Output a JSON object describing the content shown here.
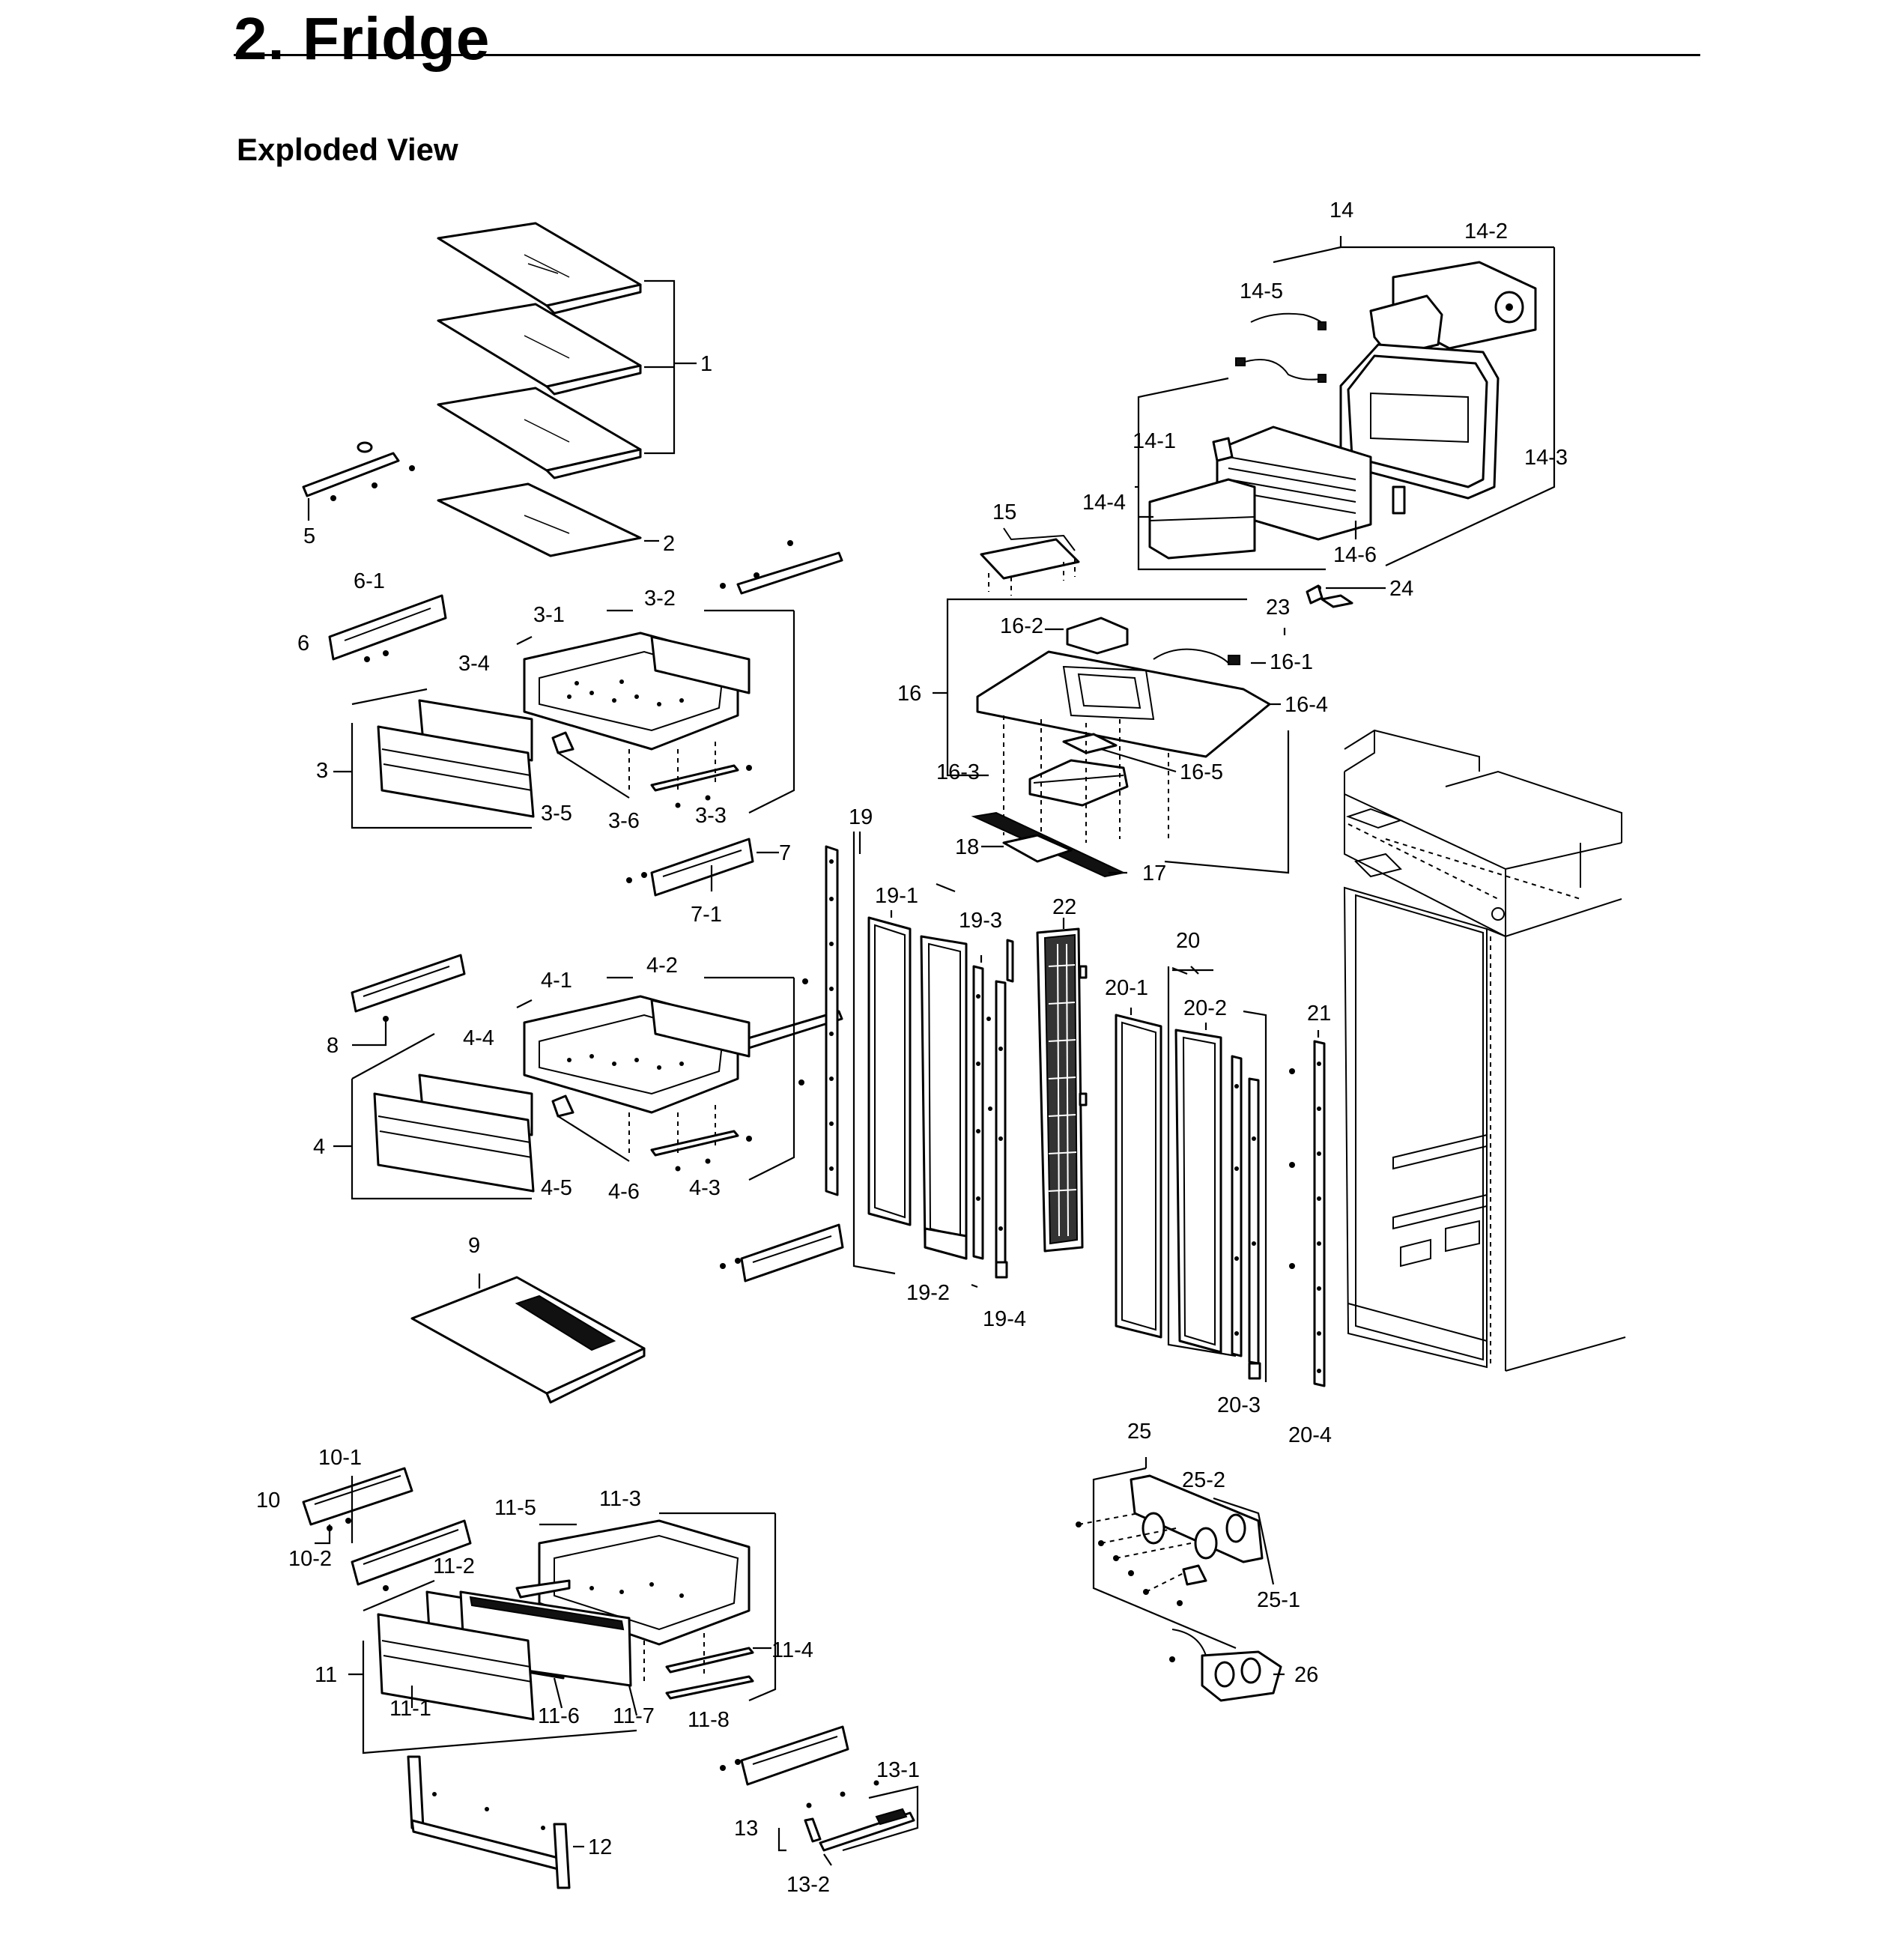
{
  "header": {
    "title": "2.  Fridge",
    "subtitle": "Exploded View"
  },
  "callouts": {
    "c1": "1",
    "c2": "2",
    "c3": "3",
    "c3_1": "3-1",
    "c3_2": "3-2",
    "c3_3": "3-3",
    "c3_4": "3-4",
    "c3_5": "3-5",
    "c3_6": "3-6",
    "c4": "4",
    "c4_1": "4-1",
    "c4_2": "4-2",
    "c4_3": "4-3",
    "c4_4": "4-4",
    "c4_5": "4-5",
    "c4_6": "4-6",
    "c5": "5",
    "c6": "6",
    "c6_1": "6-1",
    "c7": "7",
    "c7_1": "7-1",
    "c8": "8",
    "c9": "9",
    "c10": "10",
    "c10_1": "10-1",
    "c10_2": "10-2",
    "c11": "11",
    "c11_1": "11-1",
    "c11_2": "11-2",
    "c11_3": "11-3",
    "c11_4": "11-4",
    "c11_5": "11-5",
    "c11_6": "11-6",
    "c11_7": "11-7",
    "c11_8": "11-8",
    "c12": "12",
    "c13": "13",
    "c13_1": "13-1",
    "c13_2": "13-2",
    "c14": "14",
    "c14_1": "14-1",
    "c14_2": "14-2",
    "c14_3": "14-3",
    "c14_4": "14-4",
    "c14_5": "14-5",
    "c14_6": "14-6",
    "c15": "15",
    "c16": "16",
    "c16_1": "16-1",
    "c16_2": "16-2",
    "c16_3": "16-3",
    "c16_4": "16-4",
    "c16_5": "16-5",
    "c17": "17",
    "c18": "18",
    "c19": "19",
    "c19_1": "19-1",
    "c19_2": "19-2",
    "c19_3": "19-3",
    "c19_4": "19-4",
    "c20": "20",
    "c20_1": "20-1",
    "c20_2": "20-2",
    "c20_3": "20-3",
    "c20_4": "20-4",
    "c21": "21",
    "c22": "22",
    "c23": "23",
    "c24": "24",
    "c25": "25",
    "c25_1": "25-1",
    "c25_2": "25-2",
    "c26": "26"
  }
}
